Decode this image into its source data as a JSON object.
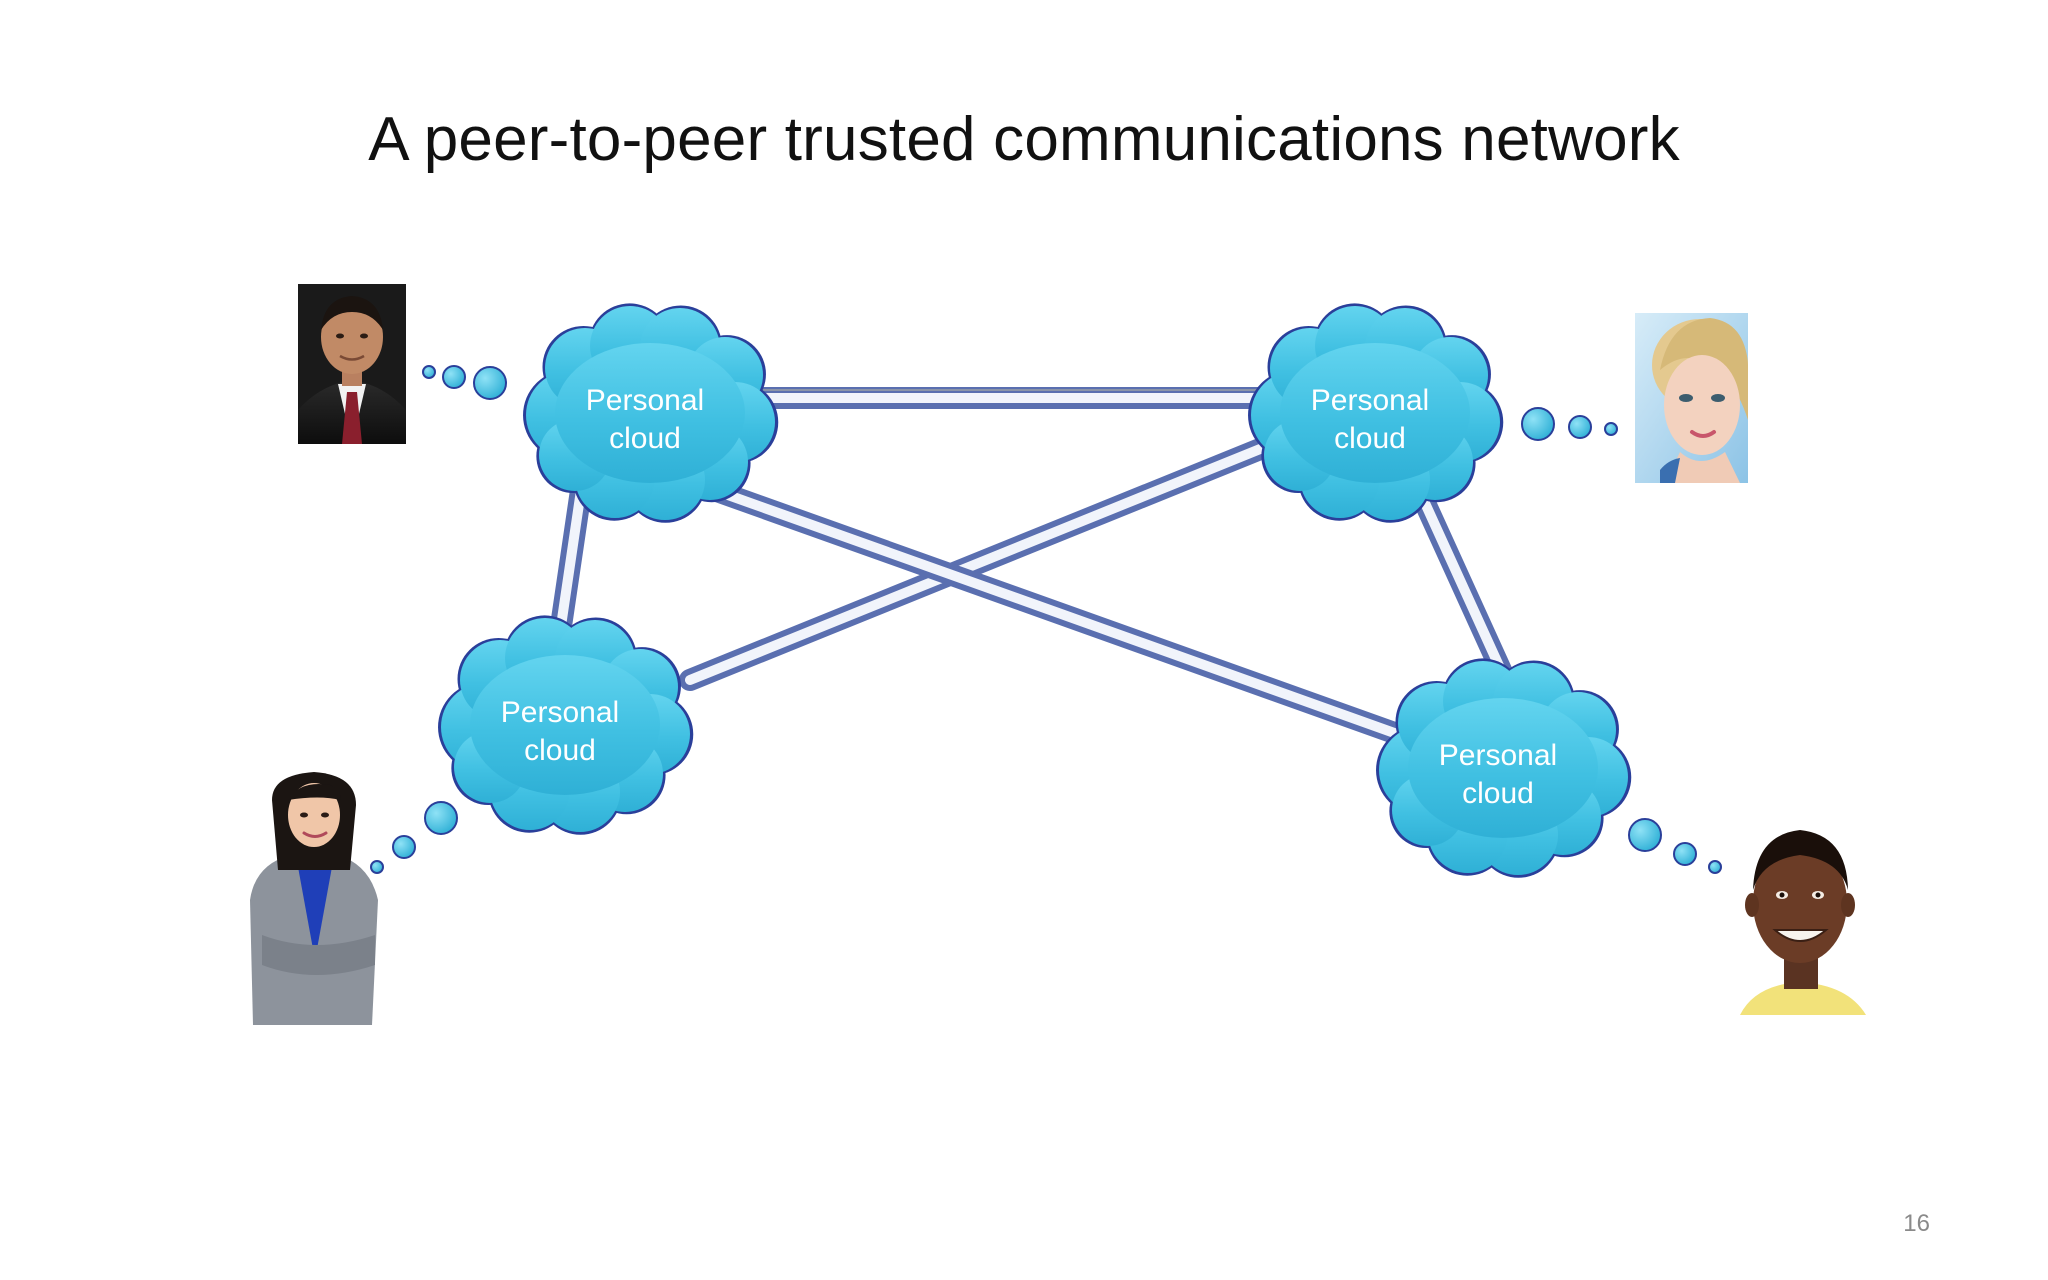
{
  "slide": {
    "title": "A peer-to-peer trusted communications network",
    "page_number": "16"
  },
  "clouds": [
    {
      "id": "cloud-top-left",
      "label_line1": "Personal",
      "label_line2": "cloud"
    },
    {
      "id": "cloud-top-right",
      "label_line1": "Personal",
      "label_line2": "cloud"
    },
    {
      "id": "cloud-bottom-left",
      "label_line1": "Personal",
      "label_line2": "cloud"
    },
    {
      "id": "cloud-bottom-right",
      "label_line1": "Personal",
      "label_line2": "cloud"
    }
  ],
  "colors": {
    "cloud_fill": "#46c6e6",
    "cloud_stroke": "#2a3f9a",
    "link_light": "#e9eef8",
    "link_dark": "#5a6fb0"
  },
  "people": [
    {
      "id": "person-man-suit"
    },
    {
      "id": "person-woman-blonde"
    },
    {
      "id": "person-woman-business"
    },
    {
      "id": "person-boy-smiling"
    }
  ]
}
